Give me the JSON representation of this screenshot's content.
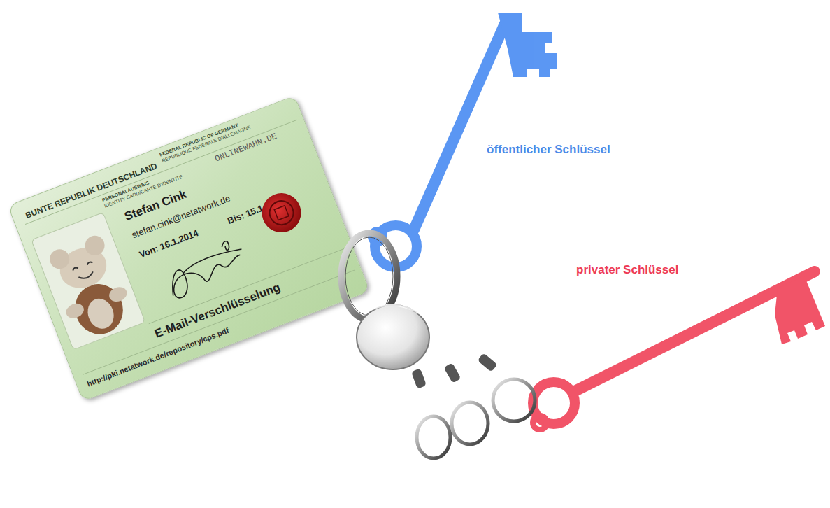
{
  "diagram": {
    "nodes": [
      {
        "text": [
          "BUNTE REPUBLIK DEUTSCHLAND",
          "FEDERAL REPUBLIC OF GERMANY",
          "REPUBLIQUE FEDERALE D'ALLEMAGNE",
          "PERSONALAUSWEIS",
          "IDENTITY CARD/CARTE D'IDENTITE",
          "ONLINEWAHN.DE",
          "Stefan Cink",
          "stefan.cink@netatwork.de",
          "Von: 16.1.2014",
          "Bis: 15.1.2016",
          "E-Mail-Verschlüsselung",
          "http://pki.netatwork.de/repository/cps.pdf"
        ]
      }
    ],
    "labels": [
      "öffentlicher Schlüssel",
      "privater Schlüssel"
    ]
  }
}
